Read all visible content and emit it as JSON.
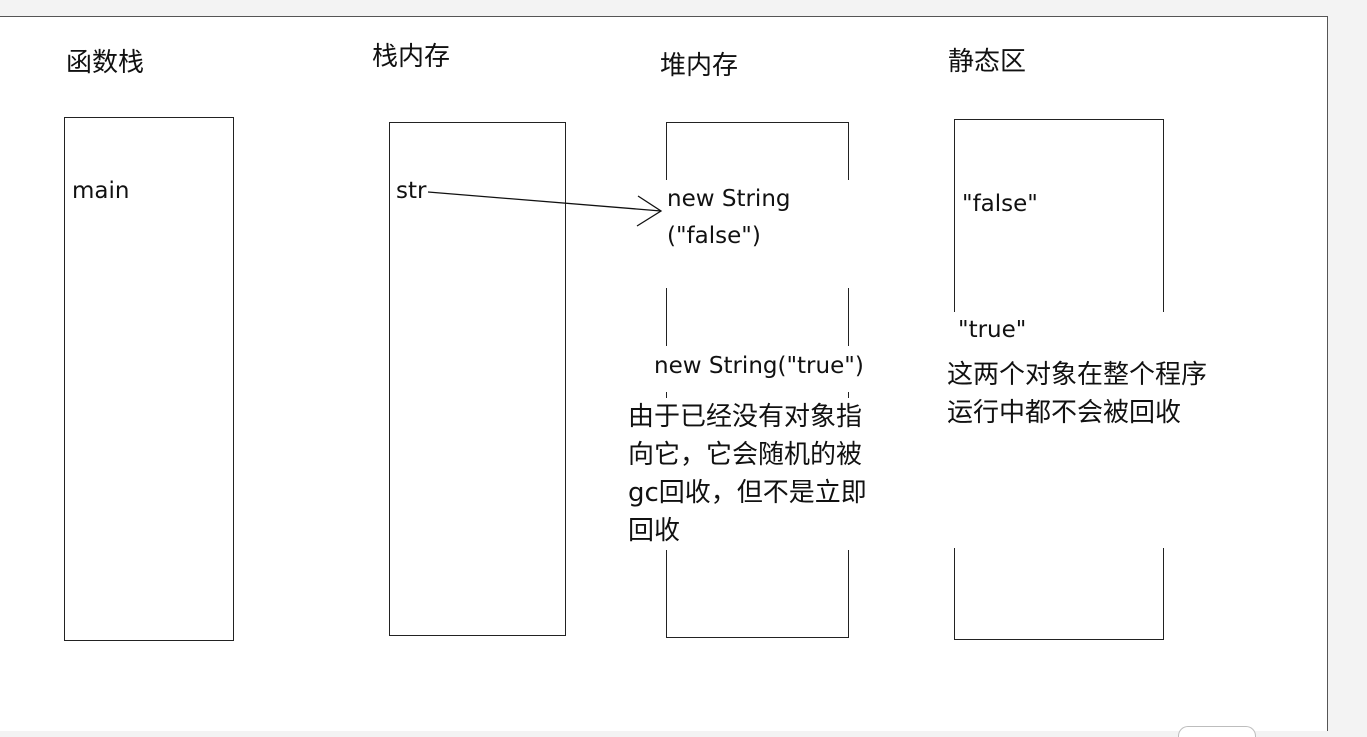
{
  "headings": {
    "function_stack": "函数栈",
    "stack_memory": "栈内存",
    "heap_memory": "堆内存",
    "static_area": "静态区"
  },
  "function_stack": {
    "frame": "main"
  },
  "stack_memory": {
    "variable": "str"
  },
  "heap_memory": {
    "object_false_line1": "new String",
    "object_false_line2": "(\"false\")",
    "object_true": "new String(\"true\")",
    "gc_note": [
      "由于已经没有对象指",
      "向它，它会随机的被",
      "gc回收，但不是立即",
      "回收"
    ]
  },
  "static_area": {
    "literal_false": "\"false\"",
    "literal_true": "\"true\"",
    "note": [
      "这两个对象在整个程序",
      "运行中都不会被回收"
    ]
  }
}
